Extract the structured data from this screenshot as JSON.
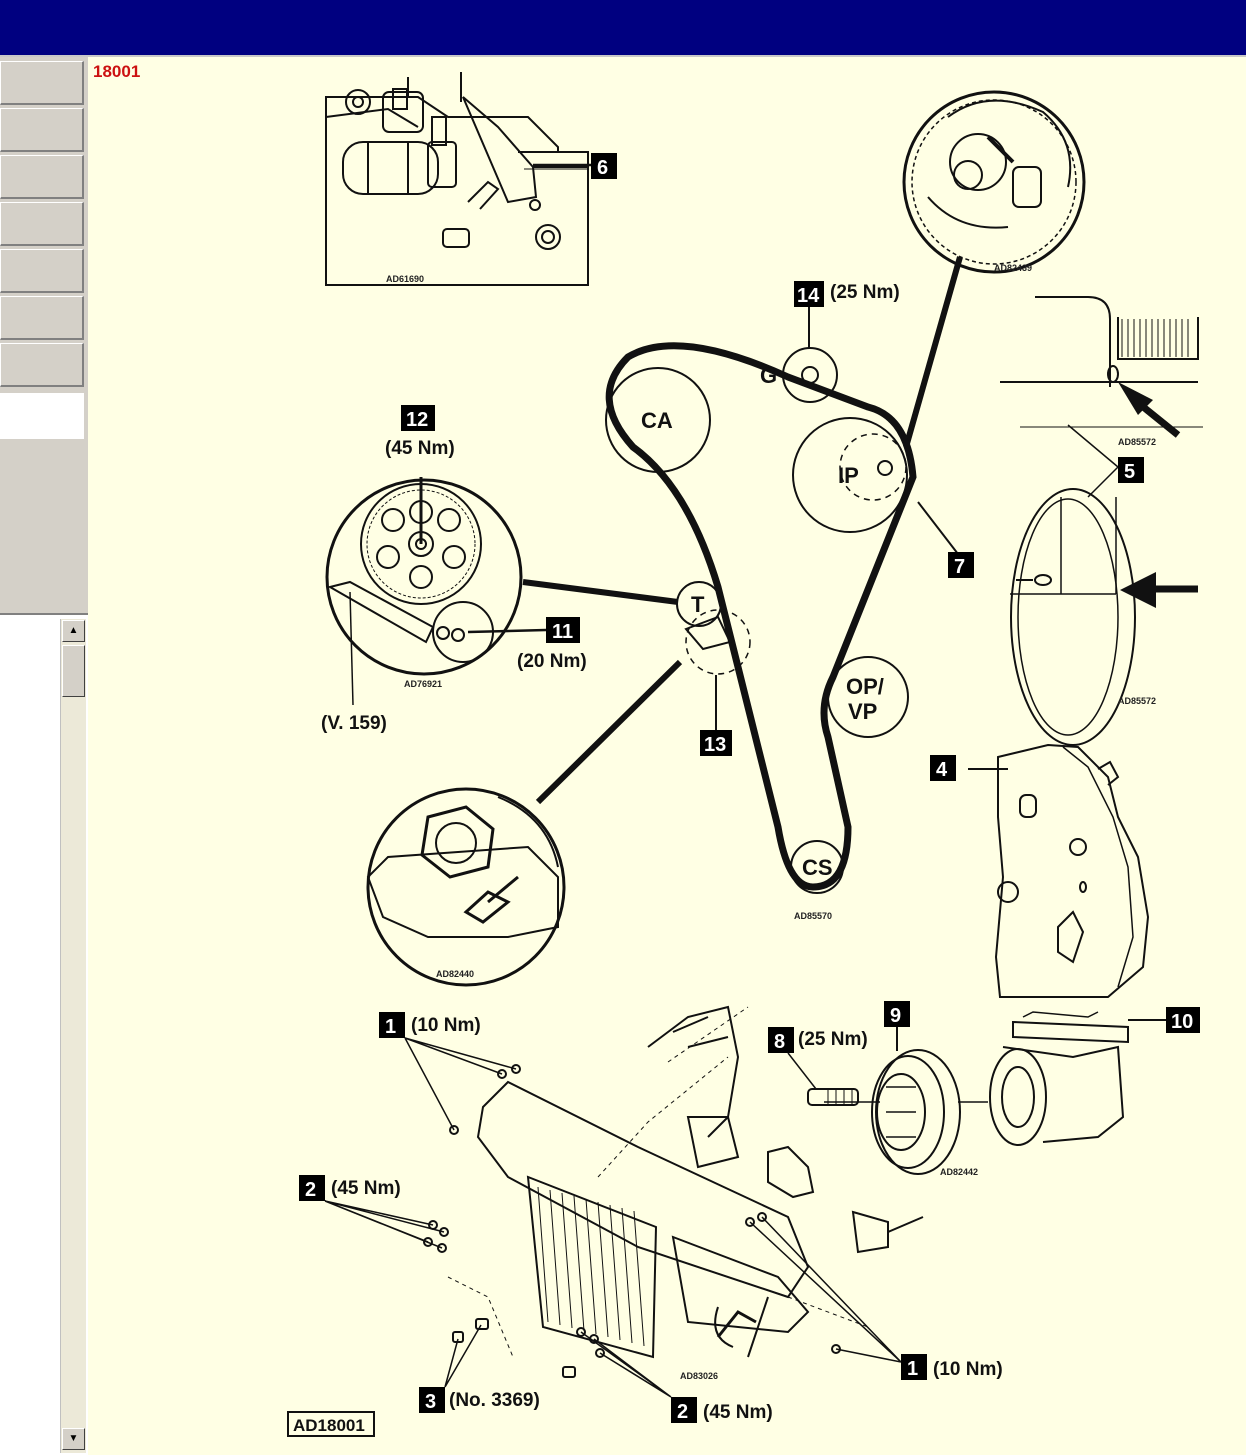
{
  "document": {
    "id": "18001",
    "figure_code": "AD18001"
  },
  "view_codes": {
    "camshaft_view": "AD61690",
    "sprocket_view": "AD82439",
    "mark_view_a": "AD85572",
    "mark_view_b": "AD85572",
    "tensioner_view": "AD76921",
    "belt_view": "AD85570",
    "idler_view": "AD82440",
    "crank_pulley_view": "AD82442",
    "radiator_view": "AD83026"
  },
  "pulleys": {
    "camshaft": "CA",
    "guide": "G",
    "injection_pump": "IP",
    "tensioner": "T",
    "oil_pump_line1": "OP/",
    "oil_pump_line2": "VP",
    "crankshaft": "CS"
  },
  "callouts": {
    "c1": "1",
    "c2": "2",
    "c3": "3",
    "c4": "4",
    "c5": "5",
    "c6": "6",
    "c7": "7",
    "c8": "8",
    "c9": "9",
    "c10": "10",
    "c11": "11",
    "c12": "12",
    "c13": "13",
    "c14": "14"
  },
  "torques": {
    "t14": "(25 Nm)",
    "t12": "(45 Nm)",
    "t11": "(20 Nm)",
    "tool_v159": "(V. 159)",
    "t1_top": "(10 Nm)",
    "t2_left": "(45 Nm)",
    "t3_tool": "(No. 3369)",
    "t2_bottom": "(45 Nm)",
    "t1_right": "(10 Nm)",
    "t8": "(25 Nm)"
  },
  "colors": {
    "titlebar": "#000080",
    "background": "#ffffe4",
    "panel": "#d4d0c8",
    "doc_id": "#cc1111"
  }
}
